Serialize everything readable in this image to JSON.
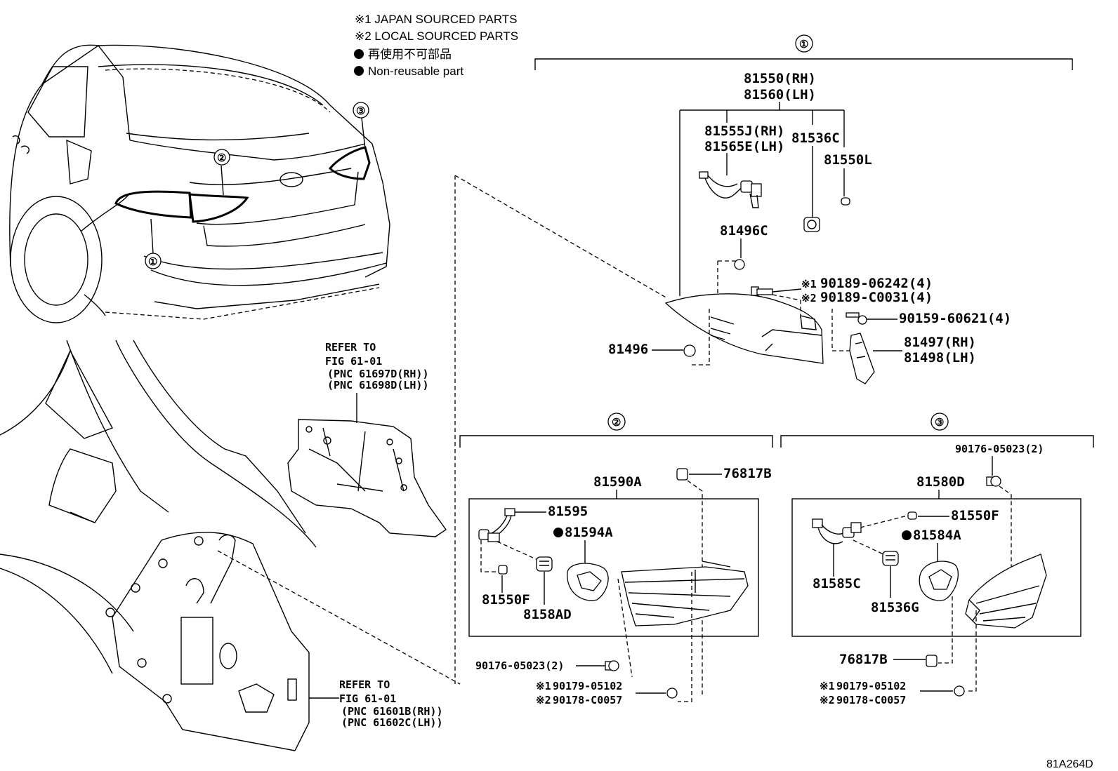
{
  "notes": {
    "japan": "※1 JAPAN SOURCED PARTS",
    "local": "※2 LOCAL SOURCED PARTS",
    "nonreuse_jp": "再使用不可部品",
    "nonreuse_en": "Non-reusable part"
  },
  "callouts": {
    "c1": "①",
    "c2": "②",
    "c3": "③"
  },
  "refs": {
    "upper_title": "REFER TO",
    "upper_fig": "FIG 61-01",
    "upper_pnc1": "(PNC 61697D(RH))",
    "upper_pnc2": "(PNC 61698D(LH))",
    "lower_title": "REFER TO",
    "lower_fig": "FIG 61-01",
    "lower_pnc1": "(PNC 61601B(RH))",
    "lower_pnc2": "(PNC 61602C(LH))"
  },
  "group1": {
    "p81550": "81550(RH)",
    "p81560": "81560(LH)",
    "p81555j": "81555J(RH)",
    "p81565e": "81565E(LH)",
    "p81536c": "81536C",
    "p81550l": "81550L",
    "p81496c": "81496C",
    "p90189a_mark": "※1",
    "p90189a": "90189-06242(4)",
    "p90189b_mark": "※2",
    "p90189b": "90189-C0031(4)",
    "p90159": "90159-60621(4)",
    "p81496": "81496",
    "p81497": "81497(RH)",
    "p81498": "81498(LH)"
  },
  "group2": {
    "p81590a": "81590A",
    "p76817b": "76817B",
    "p81595": "81595",
    "p81594a": "81594A",
    "p81550f": "81550F",
    "p8158ad": "8158AD",
    "p90176": "90176-05023(2)",
    "p90179_mark": "※1",
    "p90179": "90179-05102",
    "p90178_mark": "※2",
    "p90178": "90178-C0057"
  },
  "group3": {
    "p90176": "90176-05023(2)",
    "p81580d": "81580D",
    "p81550f": "81550F",
    "p81584a": "81584A",
    "p81585c": "81585C",
    "p81536g": "81536G",
    "p76817b": "76817B",
    "p90179_mark": "※1",
    "p90179": "90179-05102",
    "p90178_mark": "※2",
    "p90178": "90178-C0057"
  },
  "figure_code": "81A264D"
}
